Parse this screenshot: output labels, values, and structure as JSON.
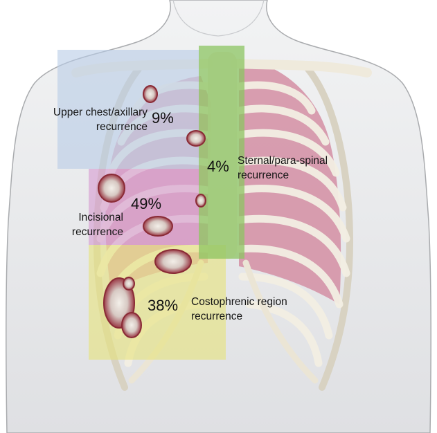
{
  "regions": [
    {
      "id": "upper",
      "label_line1": "Upper chest/axillary",
      "label_line2": "recurrence",
      "percent": "9%",
      "color": "#b8cbe6"
    },
    {
      "id": "sternal",
      "label_line1": "Sternal/para-spinal",
      "label_line2": "recurrence",
      "percent": "4%",
      "color": "#8cc462"
    },
    {
      "id": "incisional",
      "label_line1": "Incisional",
      "label_line2": "recurrence",
      "percent": "49%",
      "color": "#d59ad0"
    },
    {
      "id": "costophrenic",
      "label_line1": "Costophrenic region",
      "label_line2": "recurrence",
      "percent": "38%",
      "color": "#e6e27a"
    }
  ],
  "colors": {
    "skin": "#e9eaec",
    "skin_outline": "#a9abae",
    "bone": "#f4f1e6",
    "lung": "#d89aac",
    "lesion": "#a3414c"
  },
  "icons": [
    "torso-illustration",
    "rib-cage",
    "lung",
    "tumor-lesion"
  ]
}
